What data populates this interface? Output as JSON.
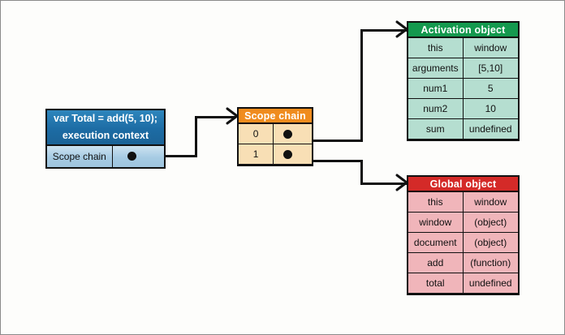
{
  "diagram": {
    "title": "JavaScript scope chain / execution context diagram",
    "background_color": "#fdfdfb",
    "border_color": "#8a8a8a"
  },
  "execution_context": {
    "header_line1": "var Total = add(5, 10);",
    "header_line2": "execution context",
    "row_label": "Scope chain",
    "row_value": "",
    "header_color": "#1d6ca4",
    "body_color": "#a6cbe3"
  },
  "scope_chain": {
    "title": "Scope chain",
    "header_color": "#f08c1e",
    "body_color": "#f8dfb5",
    "rows": [
      {
        "index": "0",
        "value": ""
      },
      {
        "index": "1",
        "value": ""
      }
    ]
  },
  "activation_object": {
    "title": "Activation object",
    "header_color": "#14994e",
    "body_color": "#b5ded0",
    "rows": [
      {
        "key": "this",
        "value": "window"
      },
      {
        "key": "arguments",
        "value": "[5,10]"
      },
      {
        "key": "num1",
        "value": "5"
      },
      {
        "key": "num2",
        "value": "10"
      },
      {
        "key": "sum",
        "value": "undefined"
      }
    ]
  },
  "global_object": {
    "title": "Global object",
    "header_color": "#d42a28",
    "body_color": "#f0b5ba",
    "rows": [
      {
        "key": "this",
        "value": "window"
      },
      {
        "key": "window",
        "value": "(object)"
      },
      {
        "key": "document",
        "value": "(object)"
      },
      {
        "key": "add",
        "value": "(function)"
      },
      {
        "key": "total",
        "value": "undefined"
      }
    ]
  },
  "connectors": [
    {
      "name": "execution-context-to-scope-chain",
      "from": "execution_context.row_value",
      "to": "scope_chain.title"
    },
    {
      "name": "scope-chain-0-to-activation-object",
      "from": "scope_chain.rows.0",
      "to": "activation_object.title"
    },
    {
      "name": "scope-chain-1-to-global-object",
      "from": "scope_chain.rows.1",
      "to": "global_object.title"
    }
  ]
}
